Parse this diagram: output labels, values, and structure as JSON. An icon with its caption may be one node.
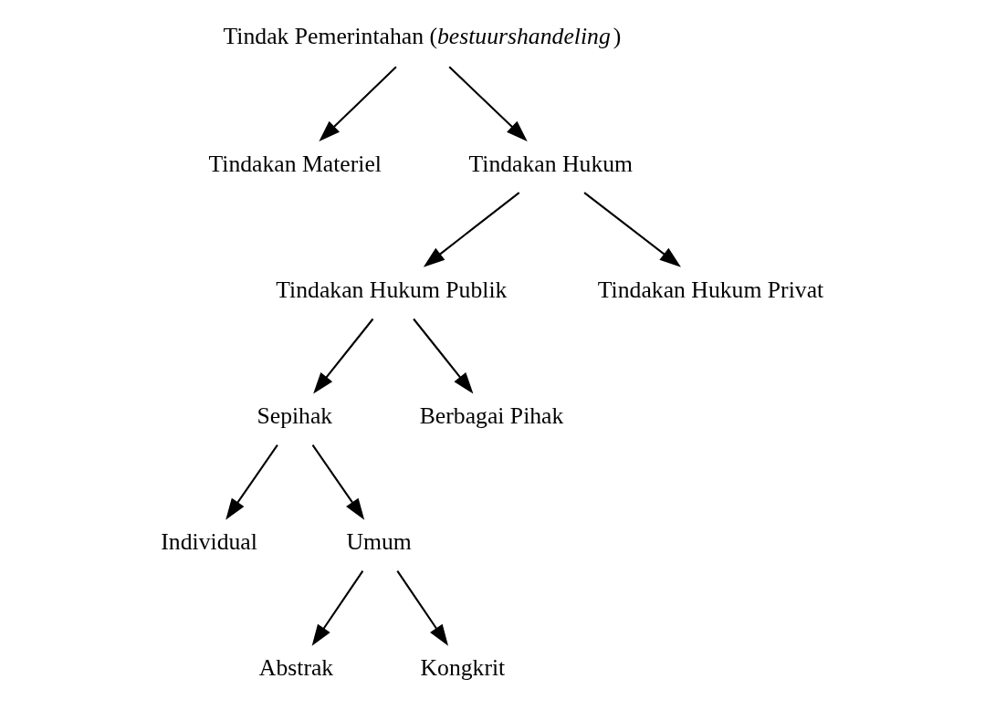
{
  "diagram": {
    "nodes": [
      {
        "text": [
          "Tindak Pemerintahan (*bestuurshandeling*)"
        ]
      },
      {
        "text": [
          "Tindakan Materiel"
        ]
      },
      {
        "text": [
          "Tindakan Hukum"
        ]
      },
      {
        "text": [
          "Tindakan Hukum Publik"
        ]
      },
      {
        "text": [
          "Tindakan Hukum Privat"
        ]
      },
      {
        "text": [
          "Sepihak"
        ]
      },
      {
        "text": [
          "Berbagai Pihak"
        ]
      },
      {
        "text": [
          "Individual"
        ]
      },
      {
        "text": [
          "Umum"
        ]
      },
      {
        "text": [
          "Abstrak"
        ]
      },
      {
        "text": [
          "Kongkrit"
        ]
      }
    ],
    "edges": [
      {
        "from": 0,
        "to": 1,
        "arrow": "to"
      },
      {
        "from": 0,
        "to": 2,
        "arrow": "to"
      },
      {
        "from": 2,
        "to": 3,
        "arrow": "to"
      },
      {
        "from": 2,
        "to": 4,
        "arrow": "to"
      },
      {
        "from": 3,
        "to": 5,
        "arrow": "to"
      },
      {
        "from": 3,
        "to": 6,
        "arrow": "to"
      },
      {
        "from": 5,
        "to": 7,
        "arrow": "to"
      },
      {
        "from": 5,
        "to": 8,
        "arrow": "to"
      },
      {
        "from": 8,
        "to": 9,
        "arrow": "to"
      },
      {
        "from": 8,
        "to": 10,
        "arrow": "to"
      }
    ]
  }
}
